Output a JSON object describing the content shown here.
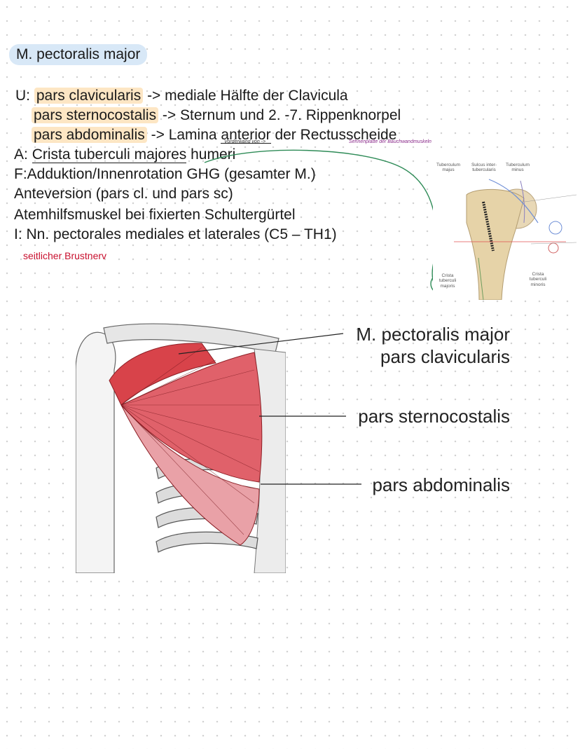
{
  "title": "M. pectoralis major",
  "U": {
    "prefix": "U:",
    "line1_term": "pars clavicularis",
    "line1_rest": " -> mediale Hälfte der Clavicula",
    "line2_term": "pars sternocostalis",
    "line2_rest": " -> Sternum und 2. -7. Rippenknorpel",
    "line3_term": "pars abdominalis",
    "line3_rest_a": " -> Lamina ",
    "line3_rest_b": "anterior",
    "line3_rest_c": " der Rectusscheide"
  },
  "A": {
    "prefix": "A: ",
    "text_ul": "Crista tuberculi majores",
    "text_rest": " humeri"
  },
  "F": {
    "line1": "F:Adduktion/Innenrotation GHG (gesamter M.)",
    "line2": "Anteversion (pars cl. und pars sc)",
    "line3": "Atemhilfsmuskel bei fixierten Schultergürtel"
  },
  "I": {
    "line": "I: Nn. pectorales mediales et laterales (C5 – TH1)"
  },
  "annotations": {
    "red_note": "seitlicher Brustnerv",
    "tiny_1": "Vorderwand von ->",
    "tiny_2": "Sehnenplatte der Bauchwandmuskeln"
  },
  "bone_labels": {
    "tub_majus": "Tuberculum majus",
    "sulcus": "Sulcus inter-tubercularis",
    "tub_minus": "Tuberculum minus",
    "crista_majoris": "Crista tuberculi majoris",
    "crista_minoris": "Crista tuberculi minoris"
  },
  "muscle_labels": {
    "main_title": "M. pectoralis major",
    "clavicularis": "pars clavicularis",
    "sternocostalis": "pars sternocostalis",
    "abdominalis": "pars abdominalis"
  },
  "colors": {
    "highlight_blue": "#d8e8f7",
    "highlight_orange": "#fde6c4",
    "annotation_red": "#c8102e",
    "annotation_green": "#2e8b57",
    "muscle_red": "#d8434a"
  }
}
